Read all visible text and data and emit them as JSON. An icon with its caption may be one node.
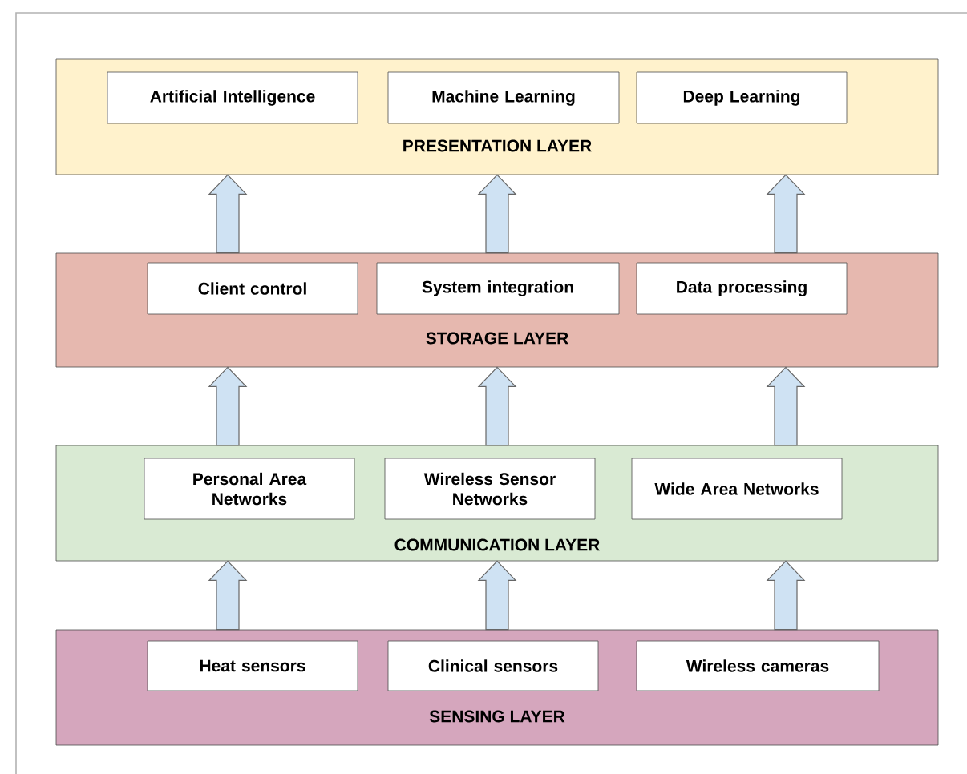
{
  "diagram": {
    "nodes": [
      {
        "text": [
          "PRESENTATION LAYER"
        ]
      },
      {
        "text": [
          "Artificial Intelligence"
        ],
        "in": 0
      },
      {
        "text": [
          "Machine Learning"
        ],
        "in": 0
      },
      {
        "text": [
          "Deep Learning"
        ],
        "in": 0
      },
      {
        "text": [
          "STORAGE LAYER"
        ]
      },
      {
        "text": [
          "Client control"
        ],
        "in": 4
      },
      {
        "text": [
          "System integration"
        ],
        "in": 4
      },
      {
        "text": [
          "Data processing"
        ],
        "in": 4
      },
      {
        "text": [
          "COMMUNICATION LAYER"
        ]
      },
      {
        "text": [
          "Personal Area Networks"
        ],
        "in": 8
      },
      {
        "text": [
          "Wireless Sensor Networks"
        ],
        "in": 8
      },
      {
        "text": [
          "Wide Area Networks"
        ],
        "in": 8
      },
      {
        "text": [
          "SENSING LAYER"
        ]
      },
      {
        "text": [
          "Heat sensors"
        ],
        "in": 12
      },
      {
        "text": [
          "Clinical sensors"
        ],
        "in": 12
      },
      {
        "text": [
          "Wireless cameras"
        ],
        "in": 12
      }
    ],
    "edges": [
      {
        "from": 4,
        "to": 0,
        "arrow": "to"
      },
      {
        "from": 4,
        "to": 0,
        "arrow": "to"
      },
      {
        "from": 4,
        "to": 0,
        "arrow": "to"
      },
      {
        "from": 8,
        "to": 4,
        "arrow": "to"
      },
      {
        "from": 8,
        "to": 4,
        "arrow": "to"
      },
      {
        "from": 8,
        "to": 4,
        "arrow": "to"
      },
      {
        "from": 12,
        "to": 8,
        "arrow": "to"
      },
      {
        "from": 12,
        "to": 8,
        "arrow": "to"
      },
      {
        "from": 12,
        "to": 8,
        "arrow": "to"
      }
    ]
  }
}
